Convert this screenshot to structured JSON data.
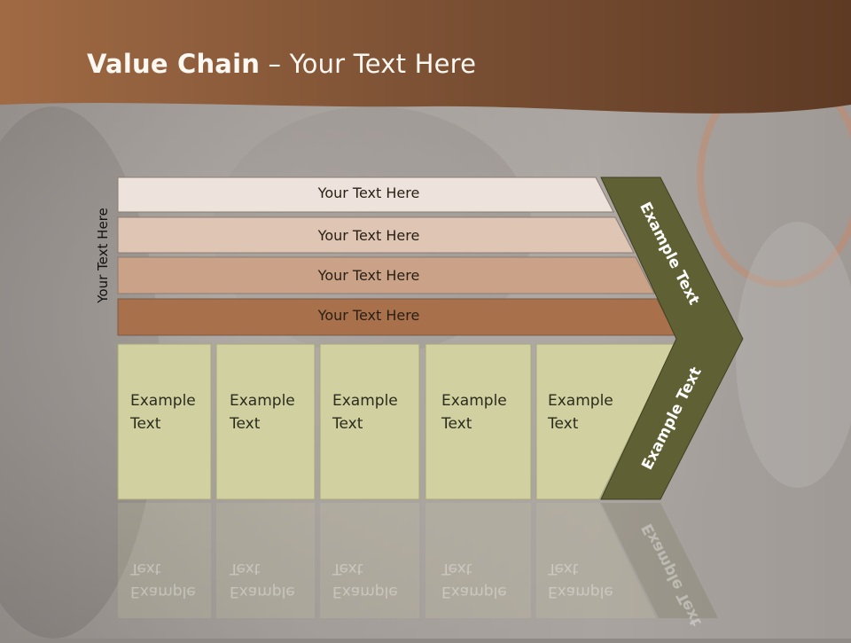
{
  "slide": {
    "title_bold": "Value Chain",
    "title_rest": " – Your Text Here",
    "side_label": "Your Text Here"
  },
  "bars": [
    {
      "label": "Your Text Here",
      "fill": "#eee3dc"
    },
    {
      "label": "Your Text Here",
      "fill": "#dfc6b4"
    },
    {
      "label": "Your Text Here",
      "fill": "#caa287"
    },
    {
      "label": "Your Text Here",
      "fill": "#a8704b"
    }
  ],
  "columns": [
    {
      "line1": "Example",
      "line2": "Text"
    },
    {
      "line1": "Example",
      "line2": "Text"
    },
    {
      "line1": "Example",
      "line2": "Text"
    },
    {
      "line1": "Example",
      "line2": "Text"
    },
    {
      "line1": "Example",
      "line2": "Text"
    }
  ],
  "chevron": {
    "upper_label": "Example Text",
    "lower_label": "Example Text",
    "fill": "#5f6134"
  },
  "colors": {
    "header_band": "#7a4c30",
    "column_fill": "#d0d0a0",
    "text_dark": "#2a2016"
  }
}
